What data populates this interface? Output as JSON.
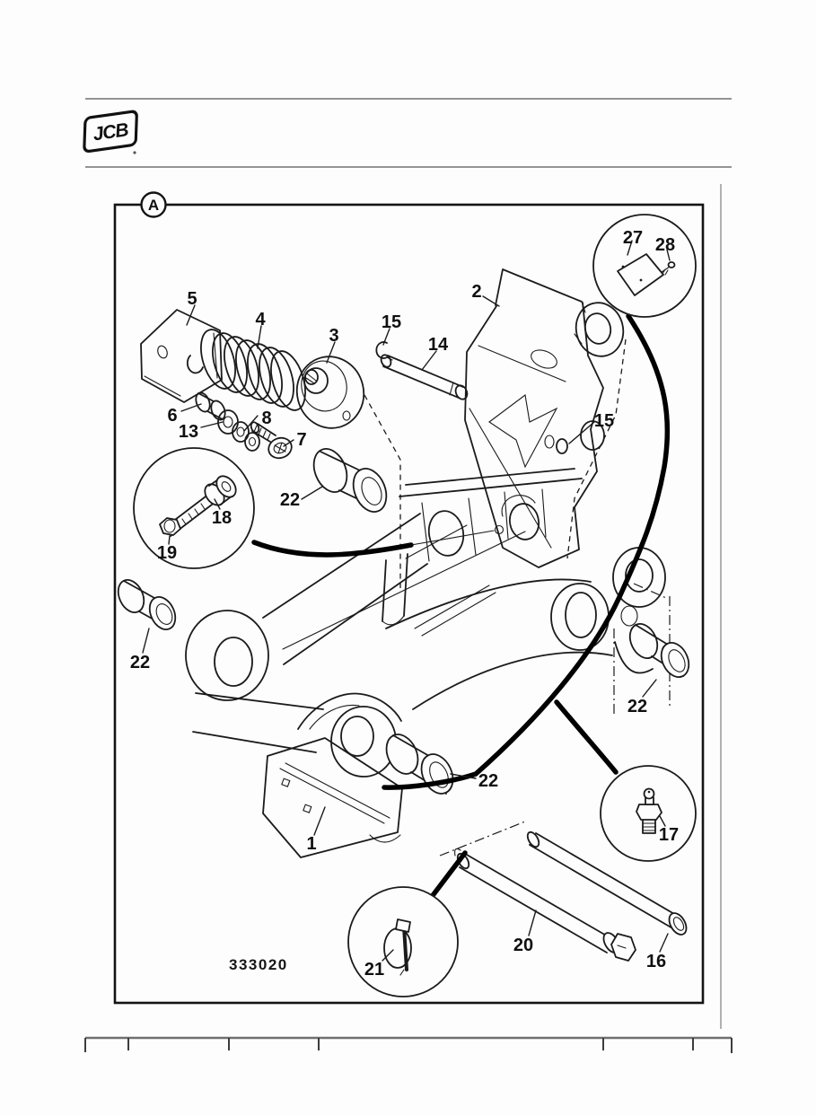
{
  "page": {
    "brand_logo": "JCB",
    "view_label": "A",
    "drawing_number": "333020",
    "colors": {
      "ink": "#1b1b1b",
      "paper": "#fdfdfd",
      "rule_gray": "#949494",
      "leader_black": "#000000"
    }
  },
  "diagram": {
    "callouts": {
      "c1": "1",
      "c2": "2",
      "c3": "3",
      "c4": "4",
      "c5": "5",
      "c6": "6",
      "c7": "7",
      "c8": "8",
      "c13": "13",
      "c14": "14",
      "c15a": "15",
      "c15b": "15",
      "c16": "16",
      "c17": "17",
      "c18": "18",
      "c19": "19",
      "c20": "20",
      "c21": "21",
      "c22a": "22",
      "c22b": "22",
      "c22c": "22",
      "c22d": "22",
      "c27": "27",
      "c28": "28"
    }
  }
}
